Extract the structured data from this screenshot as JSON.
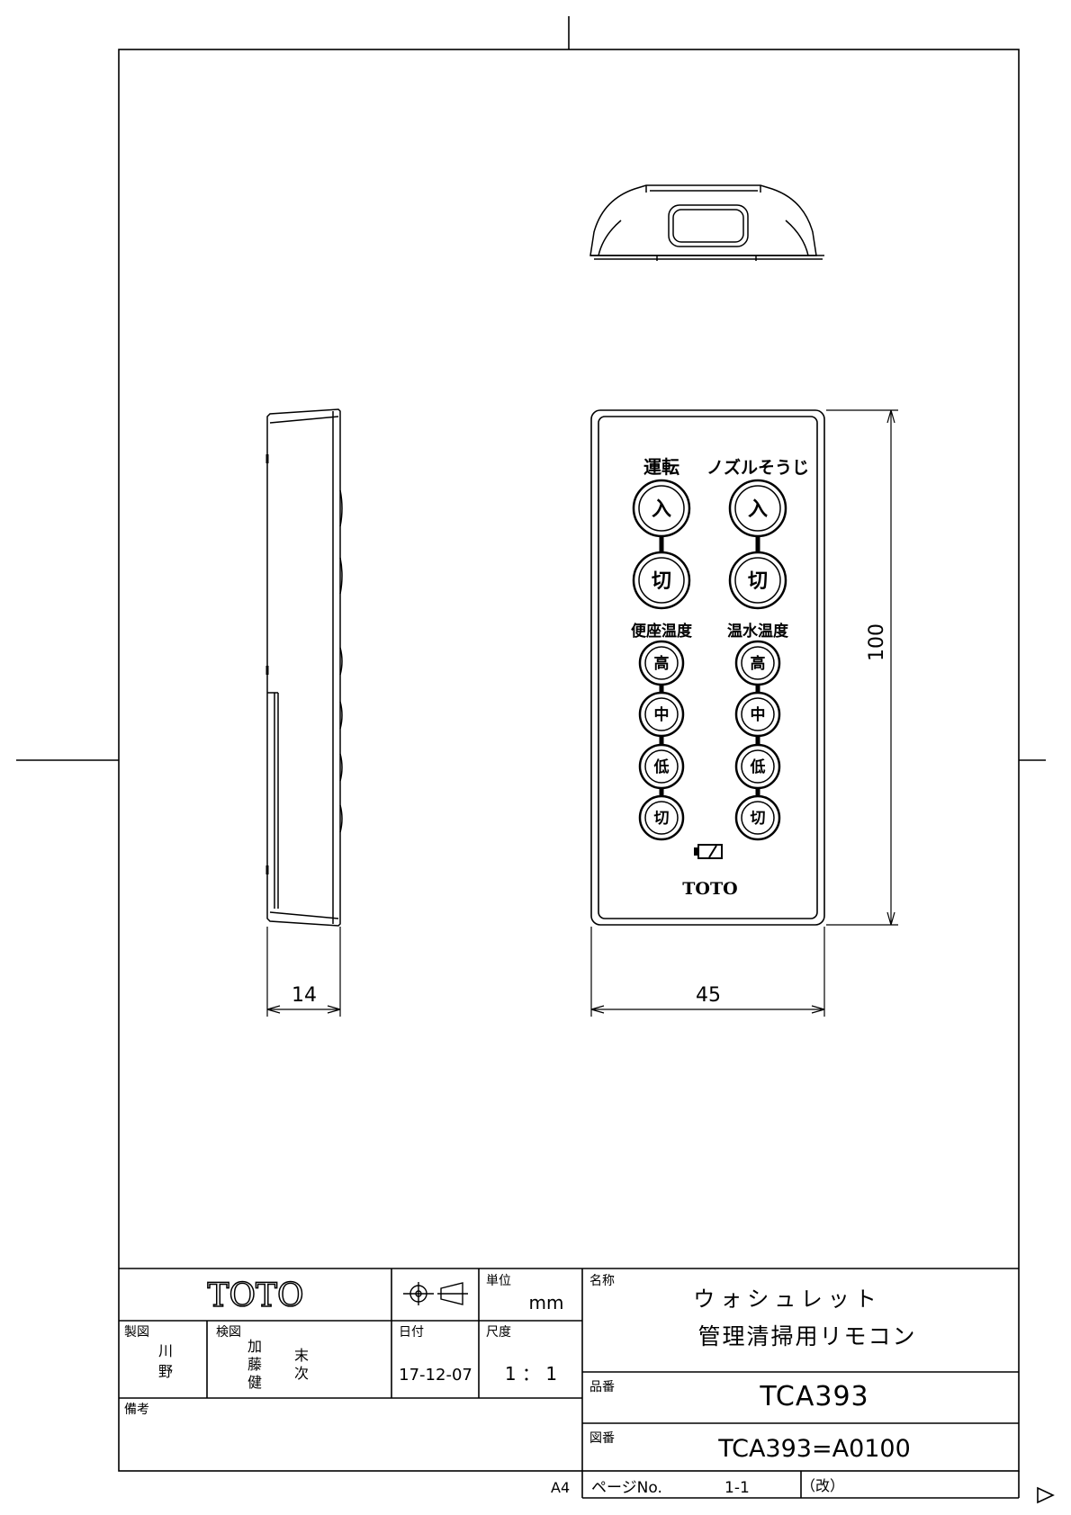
{
  "dimensions": {
    "side_depth": "14",
    "front_width": "45",
    "front_height": "100"
  },
  "remote": {
    "left_column": {
      "group1_title": "運転",
      "group1_buttons": [
        "入",
        "切"
      ],
      "group2_title": "便座温度",
      "group2_buttons": [
        "高",
        "中",
        "低",
        "切"
      ]
    },
    "right_column": {
      "group1_title": "ノズルそうじ",
      "group1_buttons": [
        "入",
        "切"
      ],
      "group2_title": "温水温度",
      "group2_buttons": [
        "高",
        "中",
        "低",
        "切"
      ]
    },
    "logo": "TOTO",
    "battery_icon": "battery-icon"
  },
  "title_block": {
    "company_logo": "TOTO",
    "projection_symbol": "third-angle-projection-icon",
    "unit_label": "単位",
    "unit_value": "mm",
    "name_label": "名称",
    "name_line1": "ウォシュレット",
    "name_line2": "管理清掃用リモコン",
    "drafted_label": "製図",
    "drafted_by_1": "川",
    "drafted_by_2": "野",
    "checked_label": "検図",
    "checked_by_1": "加",
    "checked_by_2": "藤",
    "checked_by_3": "健",
    "checked_by_4": "末",
    "checked_by_5": "次",
    "date_label": "日付",
    "date_value": "17-12-07",
    "scale_label": "尺度",
    "scale_value": "1 ： 1",
    "product_no_label": "品番",
    "product_no": "TCA393",
    "notes_label": "備考",
    "drawing_no_label": "図番",
    "drawing_no": "TCA393=A0100",
    "paper_size": "A4",
    "page_label": "ページNo.",
    "page_value": "1-1",
    "revision_label": "（改）"
  }
}
